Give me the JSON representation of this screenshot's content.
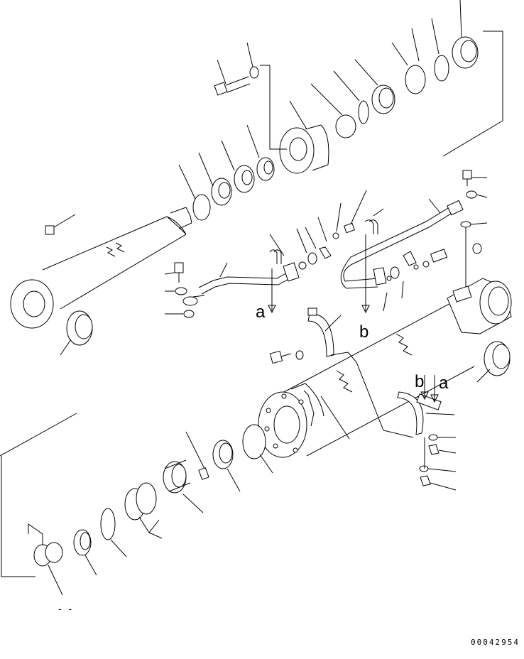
{
  "diagram": {
    "callouts": {
      "a_upper": "a",
      "b_upper": "b",
      "b_lower": "b",
      "a_lower": "a"
    },
    "dash_mark": "- -",
    "document_number": "00042954"
  }
}
